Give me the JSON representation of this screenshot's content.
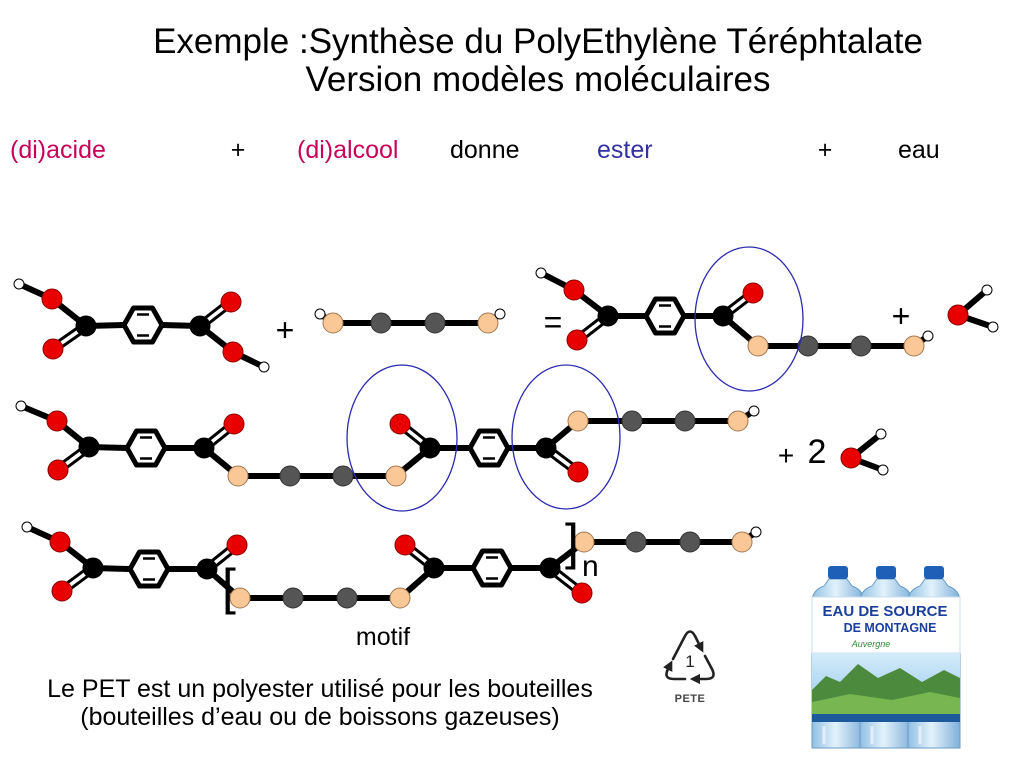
{
  "slide": {
    "title_line1": "Exemple :Synthèse du PolyEthylène Téréphtalate",
    "title_line2": "Version modèles moléculaires"
  },
  "word_equation": {
    "diacid": "(di)acide",
    "plus_1": "+",
    "dialcohol": "(di)alcool",
    "gives": "donne",
    "ester": "ester",
    "plus_2": "+",
    "water": "eau"
  },
  "reaction_1": {
    "plus": "+",
    "equals": "=",
    "plus_water": "+"
  },
  "reaction_2": {
    "plus": "+",
    "water_coefficient": "2"
  },
  "polymer": {
    "open_bracket": "[",
    "close_bracket": "]",
    "repeat_count": "n",
    "repeat_unit_label": "motif"
  },
  "caption": {
    "line1": "Le PET est un polyester utilisé pour les bouteilles",
    "line2": "(bouteilles d’eau ou de boissons gazeuses)"
  },
  "recycling_symbol": {
    "icon": "recycling-arrows-icon",
    "resin_code": "1",
    "resin_label": "PETE"
  },
  "bottle_pack": {
    "icon": "water-bottle-pack-image",
    "brand_line1": "EAU DE SOURCE",
    "brand_line2": "DE MONTAGNE",
    "region": "Auvergne"
  },
  "colors": {
    "reactant_label": "#c8005a",
    "ester_label": "#3232a0",
    "highlight_ellipse": "#2a2ab0",
    "oxygen": "#e80000",
    "ester_oxygen": "#f9c896",
    "carbon": "#000000",
    "chain_carbon": "#555555",
    "hydrogen": "#ffffff"
  }
}
